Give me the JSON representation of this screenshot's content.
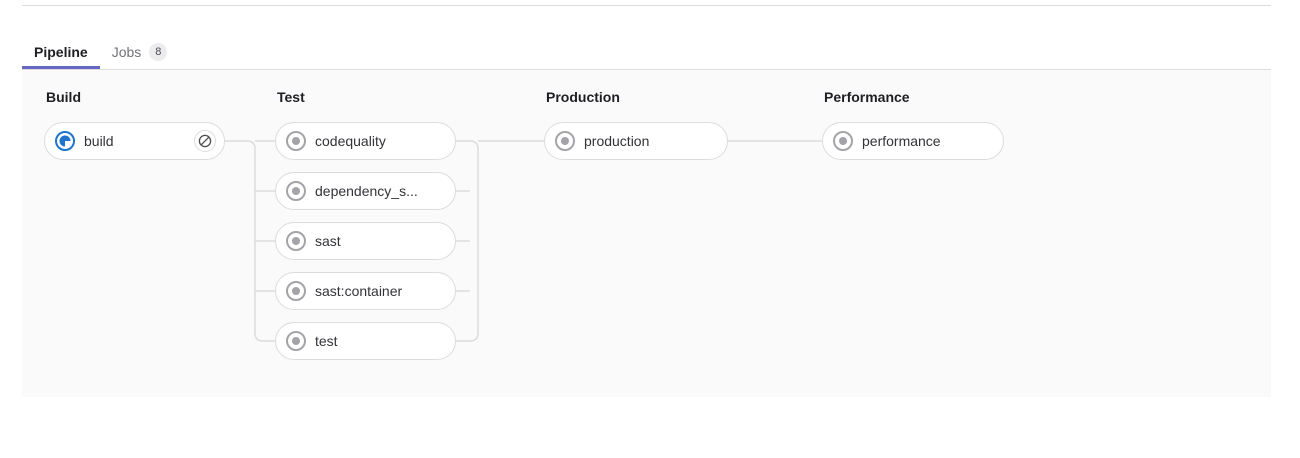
{
  "tabs": [
    {
      "label": "Pipeline",
      "active": true,
      "badge": null,
      "name": "tab-pipeline"
    },
    {
      "label": "Jobs",
      "active": false,
      "badge": "8",
      "name": "tab-jobs"
    }
  ],
  "colors": {
    "active_tab_underline": "#6666c4",
    "panel_background": "#fafafa",
    "card_border": "#dcdcde",
    "connector": "#dcdcde",
    "status_running": "#1f75cb",
    "status_created": "#a4a3a8",
    "text_primary": "#1f1e24",
    "text_muted": "#737278"
  },
  "pipeline": {
    "stages": [
      {
        "title": "Build",
        "name": "stage-build",
        "jobs": [
          {
            "name": "build",
            "status": "running",
            "status_icon": "status-running-icon",
            "action_icon": "cancel-icon",
            "has_action": true
          }
        ]
      },
      {
        "title": "Test",
        "name": "stage-test",
        "jobs": [
          {
            "name": "codequality",
            "status": "created",
            "status_icon": "status-created-icon",
            "has_action": false
          },
          {
            "name": "dependency_s...",
            "status": "created",
            "status_icon": "status-created-icon",
            "has_action": false
          },
          {
            "name": "sast",
            "status": "created",
            "status_icon": "status-created-icon",
            "has_action": false
          },
          {
            "name": "sast:container",
            "status": "created",
            "status_icon": "status-created-icon",
            "has_action": false
          },
          {
            "name": "test",
            "status": "created",
            "status_icon": "status-created-icon",
            "has_action": false
          }
        ]
      },
      {
        "title": "Production",
        "name": "stage-production",
        "jobs": [
          {
            "name": "production",
            "status": "created",
            "status_icon": "status-created-icon",
            "has_action": false
          }
        ]
      },
      {
        "title": "Performance",
        "name": "stage-performance",
        "jobs": [
          {
            "name": "performance",
            "status": "created",
            "status_icon": "status-created-icon",
            "has_action": false
          }
        ]
      }
    ]
  }
}
